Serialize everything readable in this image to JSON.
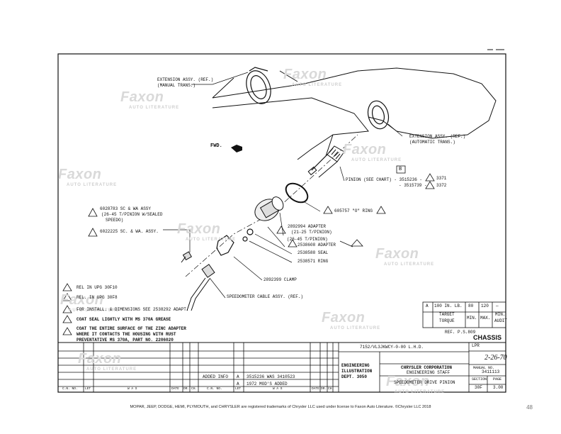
{
  "watermark": {
    "brand": "Faxon",
    "sub": "AUTO LITERATURE"
  },
  "labels": {
    "extension_manual": "EXTENSION ASSY. (REF.)",
    "extension_manual_2": "(MANUAL TRANS.)",
    "extension_auto": "EXTENSION ASSY. (REF.)",
    "extension_auto_2": "(AUTOMATIC TRANS.)",
    "fwd": "FWD.",
    "pinion": "PINION (SEE CHART) - 3515236 -",
    "pinion_2": "- 3515739 -",
    "pinion_ref_1": "3371",
    "pinion_ref_2": "3372",
    "box_b": "B",
    "o_ring": "605757 \"O\" RING",
    "adapter_1": "2892994 ADAPTER",
    "adapter_1b": "(21-25 T/PINION)",
    "adapter_2a": "(26-45 T/PINION)",
    "adapter_2b": "2538608 ADAPTER",
    "seal": "2538588 SEAL",
    "ring": "2538571 RING",
    "clamp": "2892399 CLAMP",
    "cable": "SPEEDOMETER CABLE ASSY. (REF.)",
    "sc_assy_1": "6028783 SC & WA ASSY",
    "sc_assy_2": "(26-45 T/PINION W/SEALED",
    "sc_assy_3": "SPEEDO)",
    "sc_assy_4": "6022225 SC. & WA. ASSY."
  },
  "notes": {
    "n1": "REL IN UPG 30F10",
    "n2": "REL. IN UPG 30F8",
    "n3": "FOR INSTALL. & DIMENSIONS SEE 2538292 ADAPT.",
    "n4": "COAT SEAL LIGHTLY WITH MS 370A GREASE",
    "n5a": "COAT THE ENTIRE SURFACE OF THE ZINC ADAPTER",
    "n5b": "WHERE IT CONTACTS THE HOUSING WITH RUST",
    "n5c": "PREVENTATIVE MS 370A, PART NO. 2206020"
  },
  "torque": {
    "mark": "A",
    "value": "100 IN. LB.",
    "c1": "80",
    "c2": "120",
    "c3": "—",
    "target": "TARGET",
    "torque": "TORQUE",
    "min": "MIN.",
    "max": "MAX.",
    "min_audit": "MIN.",
    "audit": "AUDIT"
  },
  "ref": "REF. P.S.809",
  "title_block": {
    "chassis": "CHASSIS",
    "model": "7152/VL3JKWCY-0-00 L.H.D.",
    "lpr": "LPR",
    "date": "2-26-70",
    "engineering_1": "ENGINEERING",
    "engineering_2": "ILLUSTRATION",
    "engineering_3": "DEPT. 3050",
    "corp": "CHRYSLER CORPORATION",
    "staff": "ENGINEERING STAFF",
    "manual_no_label": "MANUAL NO.",
    "manual_no": "3411113",
    "title": "SPEEDOMETER DRIVE PINION",
    "section_label": "SECTION",
    "section": "30F",
    "page_label": "PAGE",
    "page": "3.00",
    "added_info": "ADDED INFO",
    "rev_a": "A",
    "rev_a_text": "3515236 WAS 3410523",
    "rev_b": "A",
    "rev_b_text": "1972 MOD'S ADDED",
    "foot_cols": [
      "C.N. NO.",
      "LET",
      "W A S",
      "DATE",
      "DR.",
      "CH.",
      "C.N. NO.",
      "LET",
      "W A S",
      "DATE",
      "DR.",
      "CH."
    ]
  },
  "footer": "MOPAR, JEEP, DODGE, HEMI, PLYMOUTH, and CHRYSLER are registered trademarks of Chrysler LLC used under license to Faxon Auto Literature. ©Chrysler LLC 2018",
  "page_number": "48"
}
